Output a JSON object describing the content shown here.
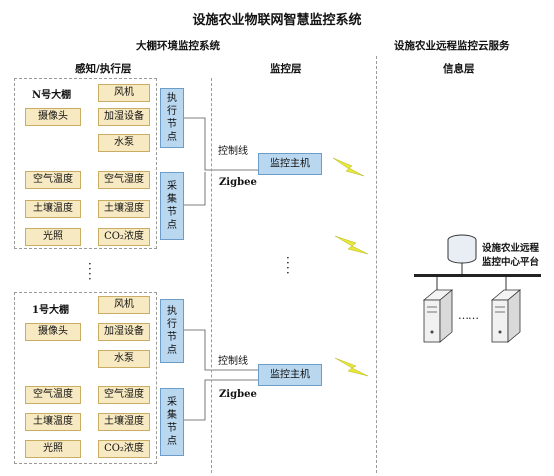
{
  "title": "设施农业物联网智慧监控系统",
  "left_system_title": "大棚环境监控系统",
  "cloud_title": "设施农业远程监控云服务",
  "layers": {
    "sense": "感知/执行层",
    "monitor": "监控层",
    "info": "信息层"
  },
  "greenhouses": [
    {
      "name": "N号大棚",
      "devices": [
        "风机",
        "摄像头",
        "加湿设备",
        "水泵",
        "空气温度",
        "空气湿度",
        "土壤温度",
        "土壤湿度",
        "光照",
        "CO₂浓度"
      ],
      "exec_node": "执行节点",
      "collect_node": "采集节点",
      "control_line": "控制线",
      "zigbee": "Zigbee",
      "host": "监控主机"
    },
    {
      "name": "1号大棚",
      "devices": [
        "风机",
        "摄像头",
        "加湿设备",
        "水泵",
        "空气温度",
        "空气湿度",
        "土壤温度",
        "土壤湿度",
        "光照",
        "CO₂浓度"
      ],
      "exec_node": "执行节点",
      "collect_node": "采集节点",
      "control_line": "控制线",
      "zigbee": "Zigbee",
      "host": "监控主机"
    }
  ],
  "platform": {
    "line1": "设施农业远程",
    "line2": "监控中心平台",
    "dots": "……"
  },
  "colors": {
    "device_fill": "#f7e9c2",
    "node_fill": "#b9d7ef",
    "lightning": "#e8e83a"
  }
}
